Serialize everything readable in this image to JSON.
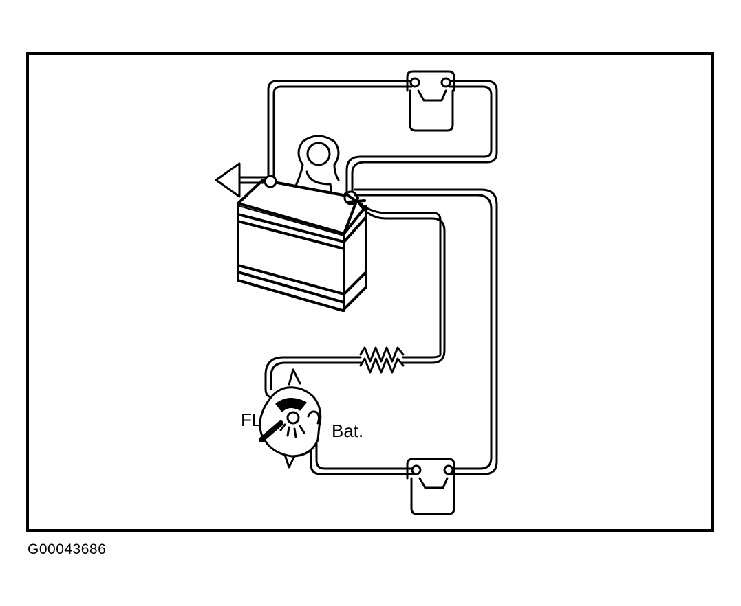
{
  "figure": {
    "labels": {
      "fl": "FL",
      "bat": "Bat."
    },
    "code": "G00043686"
  },
  "colors": {
    "ink": "#000000",
    "paper": "#ffffff"
  }
}
